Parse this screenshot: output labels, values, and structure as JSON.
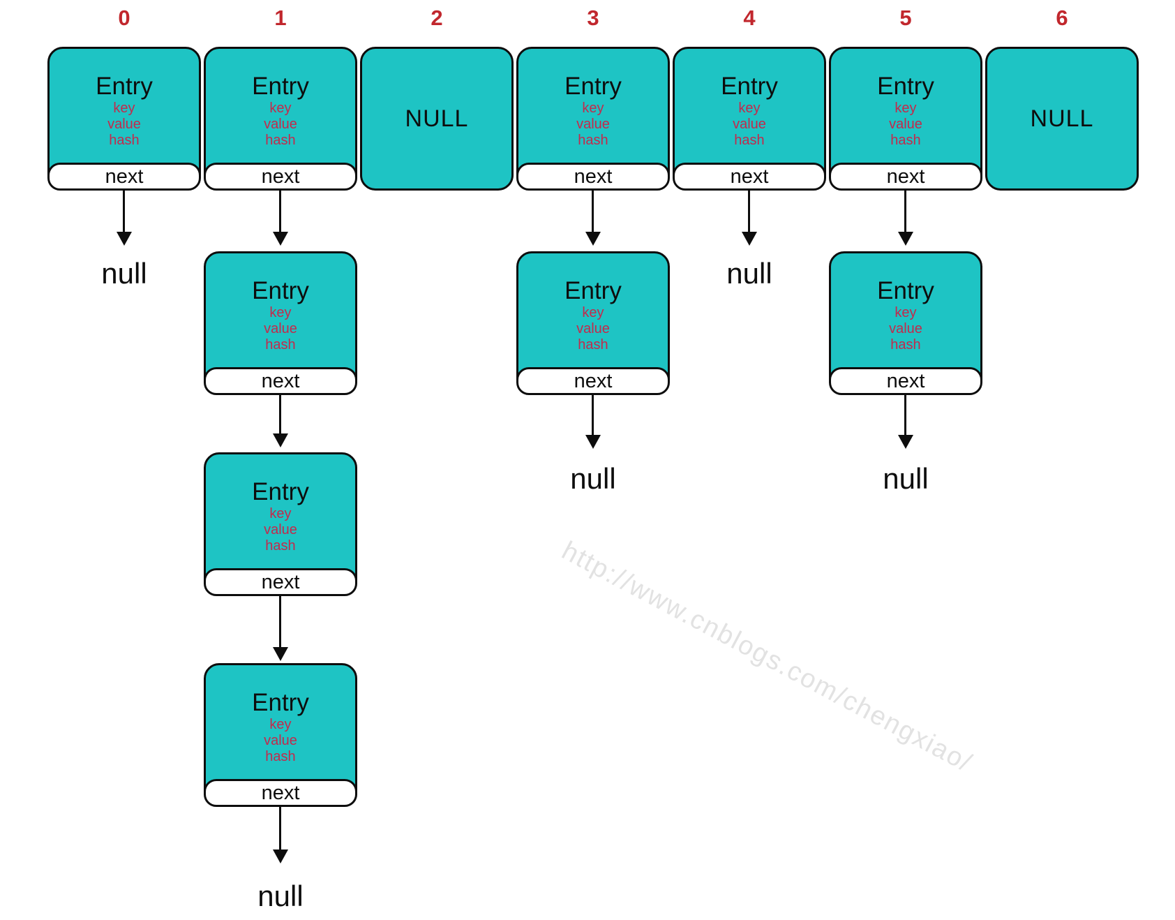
{
  "labels": {
    "entry_title": "Entry",
    "entry_fields": [
      "key",
      "value",
      "hash"
    ],
    "next_pointer": "next",
    "empty_bucket": "NULL",
    "null_terminator": "null"
  },
  "bucket_indices": [
    "0",
    "1",
    "2",
    "3",
    "4",
    "5",
    "6"
  ],
  "structure": {
    "description": "HashMap bucket array with chained Entry nodes",
    "buckets": [
      {
        "index": "0",
        "entry_chain_length": 1,
        "terminal": "null"
      },
      {
        "index": "1",
        "entry_chain_length": 4,
        "terminal": "null"
      },
      {
        "index": "2",
        "entry_chain_length": 0,
        "terminal": "NULL"
      },
      {
        "index": "3",
        "entry_chain_length": 2,
        "terminal": "null"
      },
      {
        "index": "4",
        "entry_chain_length": 1,
        "terminal": "null"
      },
      {
        "index": "5",
        "entry_chain_length": 2,
        "terminal": "null"
      },
      {
        "index": "6",
        "entry_chain_length": 0,
        "terminal": "NULL"
      }
    ]
  },
  "watermark": {
    "text": "http://www.cnblogs.com/chengxiao/"
  },
  "colors": {
    "node_fill": "#1ec4c4",
    "outline": "#0d0d0d",
    "index_red": "#c1272d",
    "field_red": "#c32a4c",
    "watermark_gray": "#e2e2e2"
  }
}
